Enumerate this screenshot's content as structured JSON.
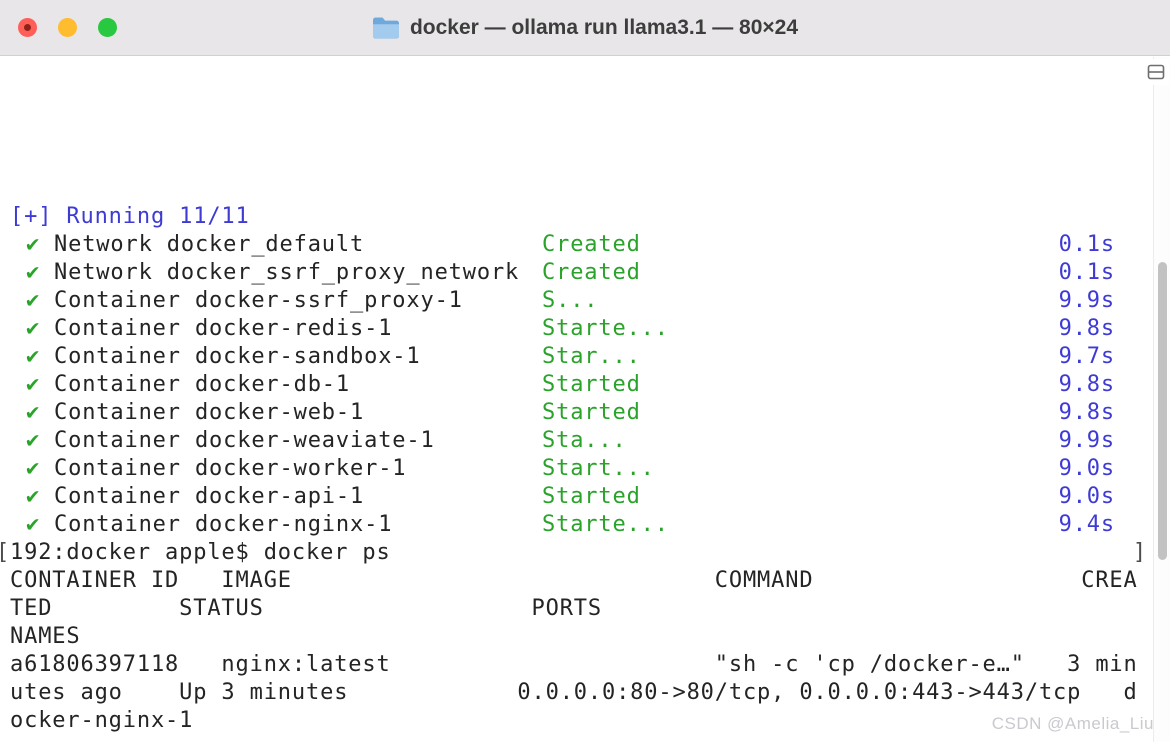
{
  "window": {
    "title": "docker — ollama run llama3.1 — 80×24",
    "controls": {
      "close": "close",
      "minimize": "minimize",
      "zoom": "zoom"
    }
  },
  "terminal": {
    "compose": {
      "header": "[+] Running 11/11",
      "check_glyph": "✔",
      "tasks": [
        {
          "name": "Network docker_default",
          "status": "Created",
          "time": "0.1s"
        },
        {
          "name": "Network docker_ssrf_proxy_network",
          "status": "Created",
          "time": "0.1s"
        },
        {
          "name": "Container docker-ssrf_proxy-1",
          "status": "S...",
          "time": "9.9s"
        },
        {
          "name": "Container docker-redis-1",
          "status": "Starte...",
          "time": "9.8s"
        },
        {
          "name": "Container docker-sandbox-1",
          "status": "Star...",
          "time": "9.7s"
        },
        {
          "name": "Container docker-db-1",
          "status": "Started",
          "time": "9.8s"
        },
        {
          "name": "Container docker-web-1",
          "status": "Started",
          "time": "9.8s"
        },
        {
          "name": "Container docker-weaviate-1",
          "status": "Sta...",
          "time": "9.9s"
        },
        {
          "name": "Container docker-worker-1",
          "status": "Start...",
          "time": "9.0s"
        },
        {
          "name": "Container docker-api-1",
          "status": "Started",
          "time": "9.0s"
        },
        {
          "name": "Container docker-nginx-1",
          "status": "Starte...",
          "time": "9.4s"
        }
      ]
    },
    "prompt": {
      "left_mark": "[",
      "text": "192:docker apple$ docker ps",
      "right_mark": "]"
    },
    "ps_lines": [
      "CONTAINER ID   IMAGE                              COMMAND                   CREA",
      "TED         STATUS                   PORTS",
      "NAMES",
      "a61806397118   nginx:latest                       \"sh -c 'cp /docker-e…\"   3 min",
      "utes ago    Up 3 minutes            0.0.0.0:80->80/tcp, 0.0.0.0:443->443/tcp   d",
      "ocker-nginx-1"
    ]
  },
  "watermark": "CSDN @Amelia_Liu",
  "icons": {
    "folder": "folder-icon",
    "split_pane": "split-pane-icon",
    "check": "check-icon"
  },
  "colors": {
    "green": "#2aa32a",
    "blue": "#3e3bd5",
    "ink": "#242424",
    "mark": "#4d4d4d",
    "watermark": "#c9c9cf",
    "titlebar_text": "#3d3d3d",
    "close": "#ff5f57",
    "minimize": "#febc2e",
    "zoom": "#28c840"
  }
}
